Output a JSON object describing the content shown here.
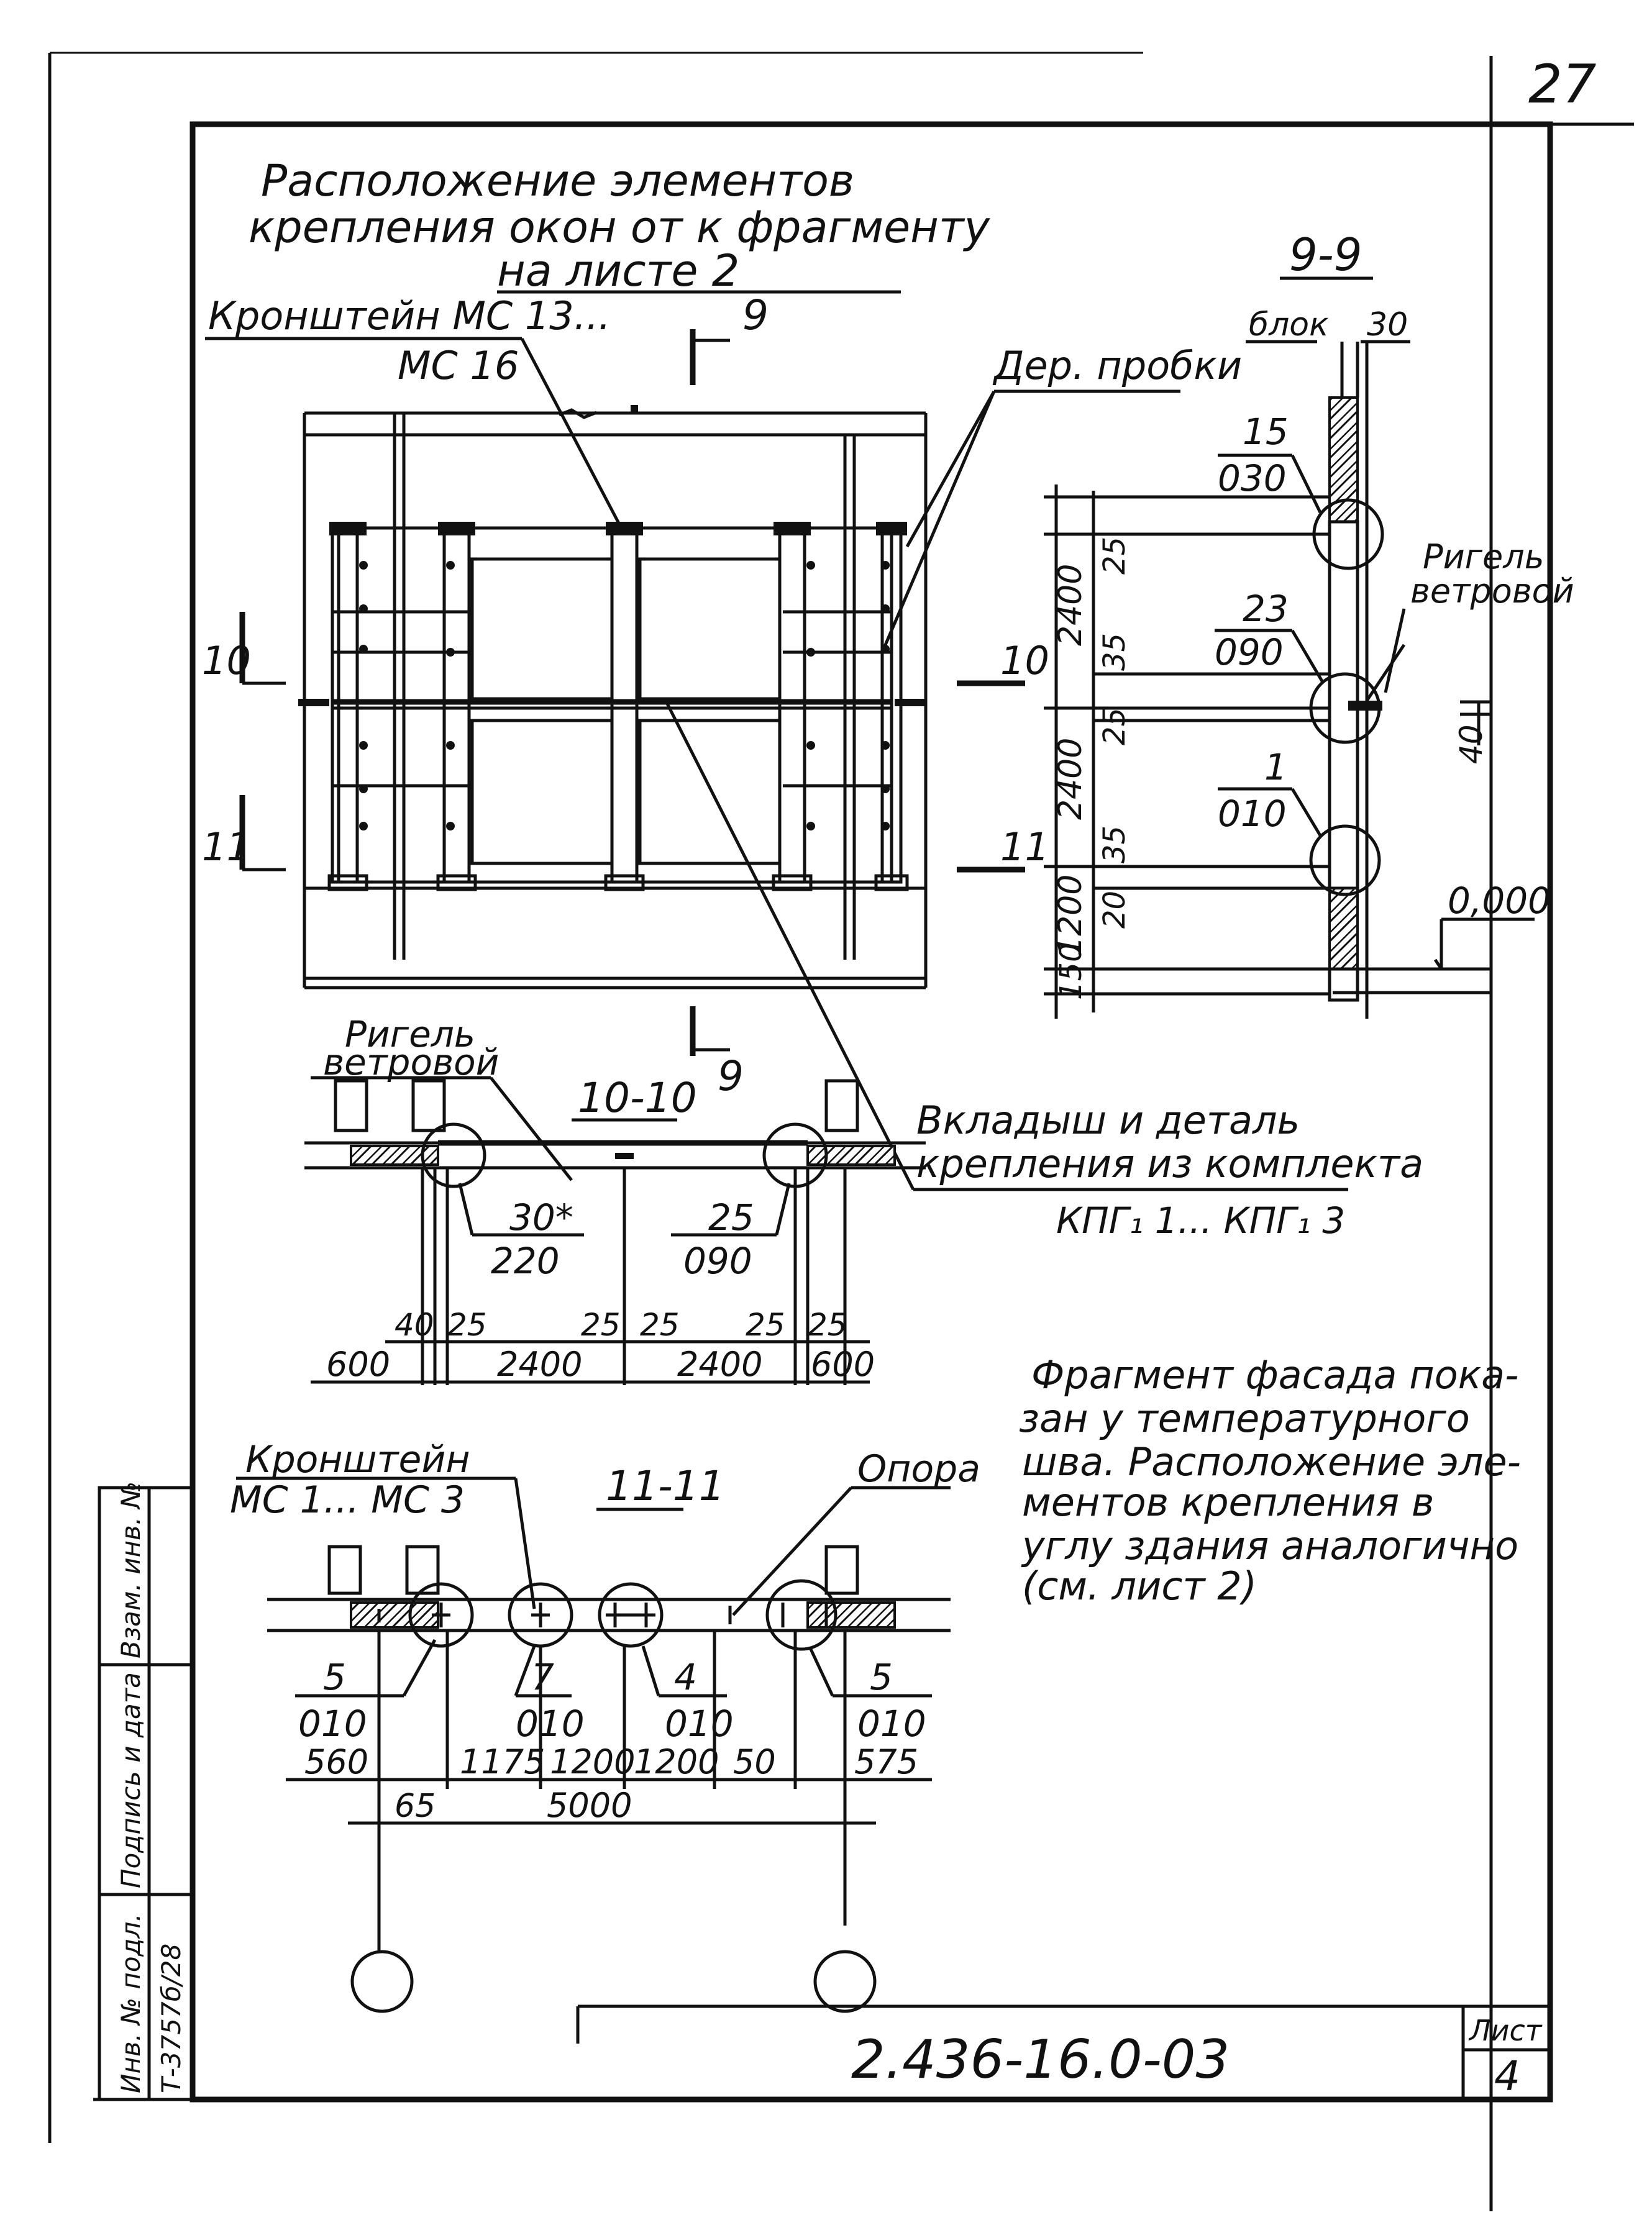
{
  "sheet": {
    "corner_number": "27",
    "title_lines": [
      "Расположение   элементов",
      "крепления окон от к фрагменту",
      "на листе 2"
    ],
    "code": "2.436-16.0-03",
    "sheet_label": "Лист",
    "sheet_number": "4"
  },
  "plan": {
    "bracket_label_1": "Кронштейн МС 13...",
    "bracket_label_2": "МС 16",
    "plugs_label": "Дер. пробки",
    "section_mark": "9",
    "cut_10": "10",
    "cut_11": "11",
    "insert_label_1": "Вкладыш и деталь",
    "insert_label_2": "крепления из комплекта",
    "insert_label_3": "КПГ₁ 1... КПГ₁ 3",
    "rigel_label_1": "Ригель",
    "rigel_label_2": "ветровой"
  },
  "section_9": {
    "title": "9-9",
    "block_label": "блок",
    "dim_30": "30",
    "node_top_num": "15",
    "node_top_den": "030",
    "node_mid_num": "23",
    "node_mid_den": "090",
    "node_bot_num": "1",
    "node_bot_den": "010",
    "rigel_1": "Ригель",
    "rigel_2": "ветровой",
    "dims_left": [
      "2400",
      "2400",
      "1200",
      "150"
    ],
    "dims_small": [
      "25",
      "35",
      "25",
      "35",
      "20"
    ],
    "dim_40": "40",
    "level": "0,000"
  },
  "section_10": {
    "title": "10-10",
    "callout_1_num": "30*",
    "callout_1_den": "220",
    "callout_2_num": "25",
    "callout_2_den": "090",
    "small_dims": [
      "40",
      "25",
      "25",
      "25",
      "25",
      "25"
    ],
    "main_dims": [
      "600",
      "2400",
      "2400",
      "600"
    ]
  },
  "section_11": {
    "title": "11-11",
    "bracket_1": "Кронштейн",
    "bracket_2": "МС 1... МС 3",
    "support": "Опора",
    "nodes": [
      {
        "num": "5",
        "den": "010"
      },
      {
        "num": "7",
        "den": "010"
      },
      {
        "num": "4",
        "den": "010"
      },
      {
        "num": "5",
        "den": "010"
      }
    ],
    "dims": [
      "560",
      "1175",
      "1200",
      "1200",
      "50",
      "575"
    ],
    "dim_65": "65",
    "dim_total": "5000"
  },
  "note": {
    "lines": [
      "Фрагмент фасада пока-",
      "зан у температурного",
      "шва. Расположение эле-",
      "ментов крепления в",
      "углу здания аналогично",
      "(см. лист 2)"
    ]
  },
  "stamp": {
    "col1": "Инв. № подл.",
    "col1_value": "Т-3757б/28",
    "col2": "Подпись и дата",
    "col3": "Взам. инв. №"
  }
}
